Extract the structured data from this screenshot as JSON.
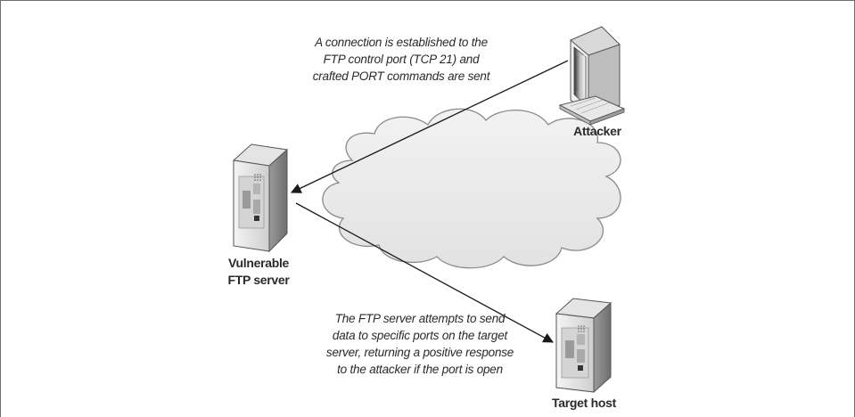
{
  "nodes": {
    "attacker": {
      "label": [
        "Attacker"
      ],
      "icon": "desktop-computer-icon"
    },
    "ftp_server": {
      "label": [
        "Vulnerable",
        "FTP server"
      ],
      "icon": "server-tower-icon"
    },
    "target_host": {
      "label": [
        "Target host"
      ],
      "icon": "server-tower-icon"
    },
    "network": {
      "icon": "cloud-icon"
    }
  },
  "edges": {
    "control_connection": {
      "from": "attacker",
      "to": "ftp_server",
      "caption": [
        "A connection is established to the",
        "FTP control port (TCP 21) and",
        "crafted PORT commands are sent"
      ]
    },
    "data_transfer": {
      "from": "ftp_server",
      "to": "target_host",
      "caption": [
        "The FTP server attempts to send",
        "data to specific ports on the target",
        "server, returning a positive response",
        "to the attacker if the port is open"
      ]
    }
  },
  "colors": {
    "line": "#1a1a1a",
    "cloud_fill": "#e9e9e9",
    "cloud_stroke": "#8a8a8a",
    "text": "#2a2a2a"
  }
}
